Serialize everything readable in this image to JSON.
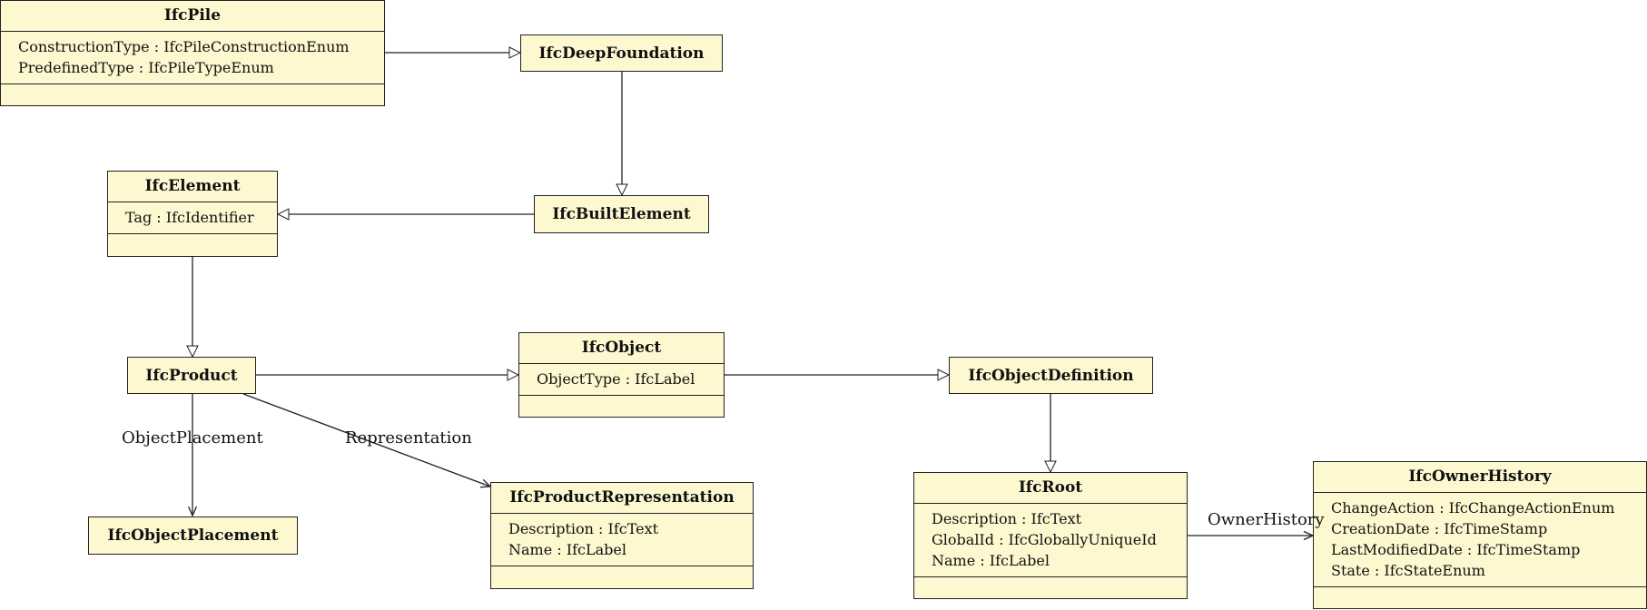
{
  "classes": {
    "pile": {
      "name": "IfcPile",
      "attributes": [
        "ConstructionType : IfcPileConstructionEnum",
        "PredefinedType : IfcPileTypeEnum"
      ]
    },
    "deep_foundation": {
      "name": "IfcDeepFoundation"
    },
    "element": {
      "name": "IfcElement",
      "attributes": [
        "Tag : IfcIdentifier"
      ]
    },
    "built_element": {
      "name": "IfcBuiltElement"
    },
    "product": {
      "name": "IfcProduct"
    },
    "object": {
      "name": "IfcObject",
      "attributes": [
        "ObjectType : IfcLabel"
      ]
    },
    "object_definition": {
      "name": "IfcObjectDefinition"
    },
    "object_placement": {
      "name": "IfcObjectPlacement"
    },
    "product_representation": {
      "name": "IfcProductRepresentation",
      "attributes": [
        "Description : IfcText",
        "Name : IfcLabel"
      ]
    },
    "root": {
      "name": "IfcRoot",
      "attributes": [
        "Description : IfcText",
        "GlobalId : IfcGloballyUniqueId",
        "Name : IfcLabel"
      ]
    },
    "owner_history": {
      "name": "IfcOwnerHistory",
      "attributes": [
        "ChangeAction : IfcChangeActionEnum",
        "CreationDate : IfcTimeStamp",
        "LastModifiedDate : IfcTimeStamp",
        "State : IfcStateEnum"
      ]
    }
  },
  "associations": {
    "object_placement": "ObjectPlacement",
    "representation": "Representation",
    "owner_history": "OwnerHistory"
  },
  "colors": {
    "class_fill": "#fdf8cf",
    "line": "#222222"
  }
}
